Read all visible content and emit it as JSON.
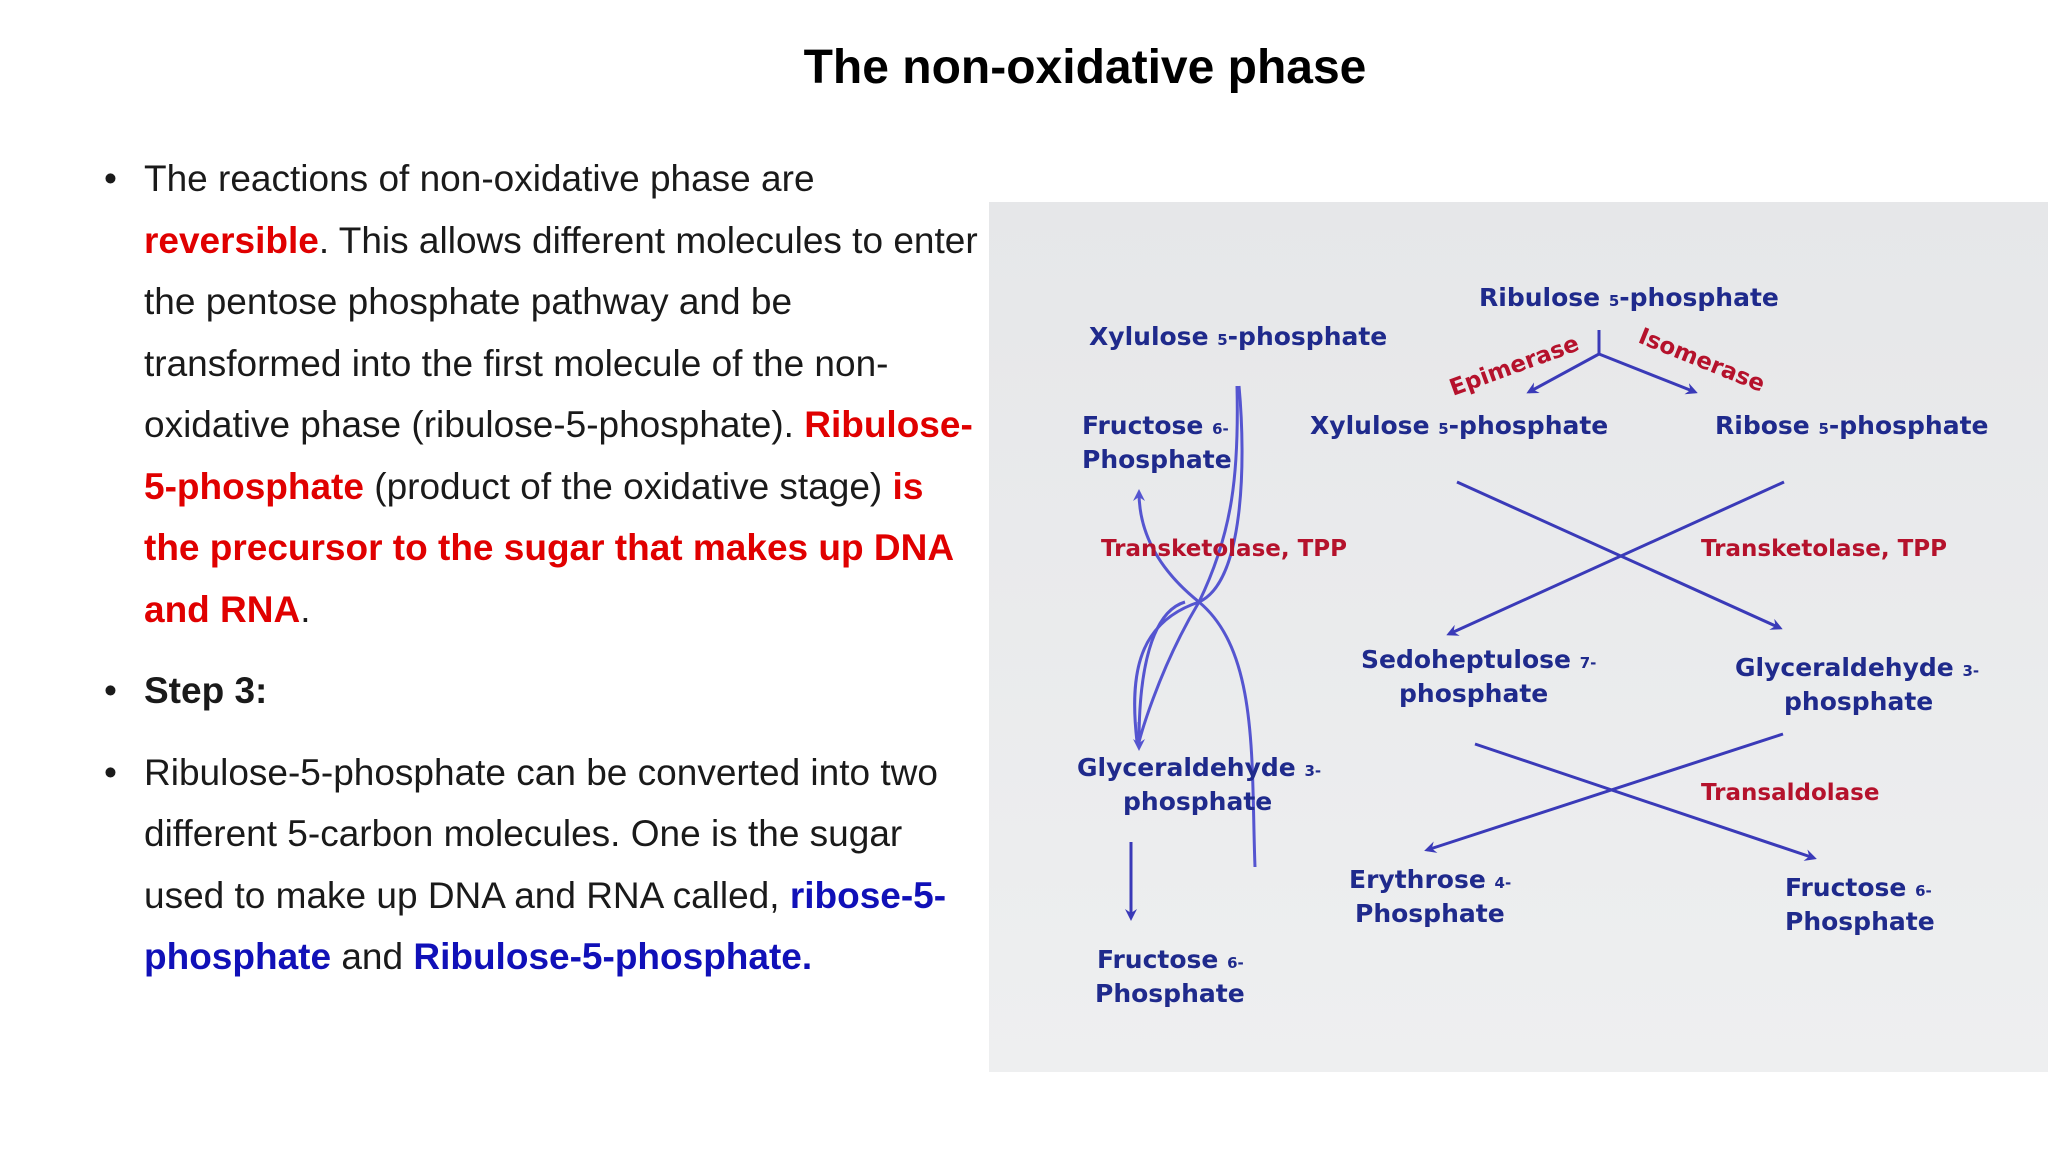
{
  "title": "The non-oxidative phase",
  "bullets": {
    "b1": {
      "t1": "The reactions of non-oxidative phase are ",
      "reversible": "reversible",
      "t2": ". This allows different molecules to enter the pentose phosphate pathway and be transformed into the first molecule of the non-oxidative phase (ribulose-5-phosphate). ",
      "r5p": "Ribulose-5-phosphate",
      "t3": " (product of the oxidative stage) ",
      "precursor": "is the precursor to the sugar that makes up DNA and RNA",
      "t4": "."
    },
    "b2": {
      "label": "Step 3:"
    },
    "b3": {
      "t1": "Ribulose-5-phosphate can be converted into two different 5-carbon molecules. One is the sugar used to make up DNA and RNA called, ",
      "ribose": "ribose-5-phosphate",
      "t2": " and ",
      "ribulose": "Ribulose-5-phosphate."
    }
  },
  "diagram": {
    "ribulose_top": {
      "name": "Ribulose ",
      "num": "5",
      "suffix": "-phosphate"
    },
    "xylulose_left": {
      "name": "Xylulose ",
      "num": "5",
      "suffix": "-phosphate"
    },
    "xylulose_mid": {
      "name": "Xylulose ",
      "num": "5",
      "suffix": "-phosphate"
    },
    "ribose_right": {
      "name": "Ribose ",
      "num": "5",
      "suffix": "-phosphate"
    },
    "fructose_left_top": {
      "line1": "Fructose ",
      "num": "6",
      "dash": "-",
      "line2": "Phosphate"
    },
    "glyceraldehyde_left": {
      "line1": "Glyceraldehyde ",
      "num": "3",
      "dash": "-",
      "line2": "phosphate"
    },
    "fructose_left_bottom": {
      "line1": "Fructose ",
      "num": "6",
      "dash": "-",
      "line2": "Phosphate"
    },
    "sedoheptulose": {
      "line1": "Sedoheptulose ",
      "num": "7",
      "dash": "-",
      "line2": "phosphate"
    },
    "glyceraldehyde_right": {
      "line1": "Glyceraldehyde ",
      "num": "3",
      "dash": "-",
      "line2": "phosphate"
    },
    "erythrose": {
      "line1": "Erythrose ",
      "num": "4",
      "dash": "-",
      "line2": "Phosphate"
    },
    "fructose_right": {
      "line1": "Fructose ",
      "num": "6",
      "dash": "-",
      "line2": "Phosphate"
    },
    "enzymes": {
      "epimerase": "Epimerase",
      "isomerase": "Isomerase",
      "transketolase_left": "Transketolase, TPP",
      "transketolase_right": "Transketolase, TPP",
      "transaldolase": "Transaldolase"
    }
  }
}
